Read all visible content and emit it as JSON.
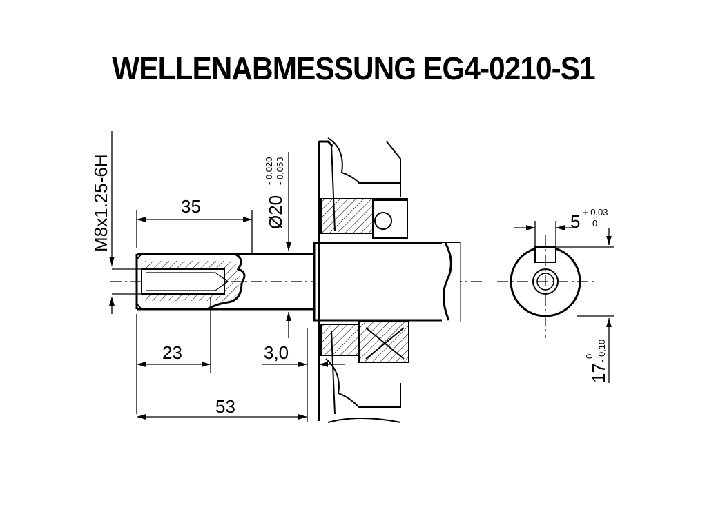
{
  "title": "WELLENABMESSUNG EG4-0210-S1",
  "dimensions": {
    "thread": "M8x1.25-6H",
    "len_35": "35",
    "len_23": "23",
    "len_53": "53",
    "len_3": "3,0",
    "diameter": "Ø20",
    "diameter_tol_upper": "- 0,020",
    "diameter_tol_lower": "- 0,053",
    "key_width": "5",
    "key_tol_upper": "+ 0,03",
    "key_tol_lower": "0",
    "key_height": "17",
    "height_tol_upper": "0",
    "height_tol_lower": "- 0,10"
  }
}
